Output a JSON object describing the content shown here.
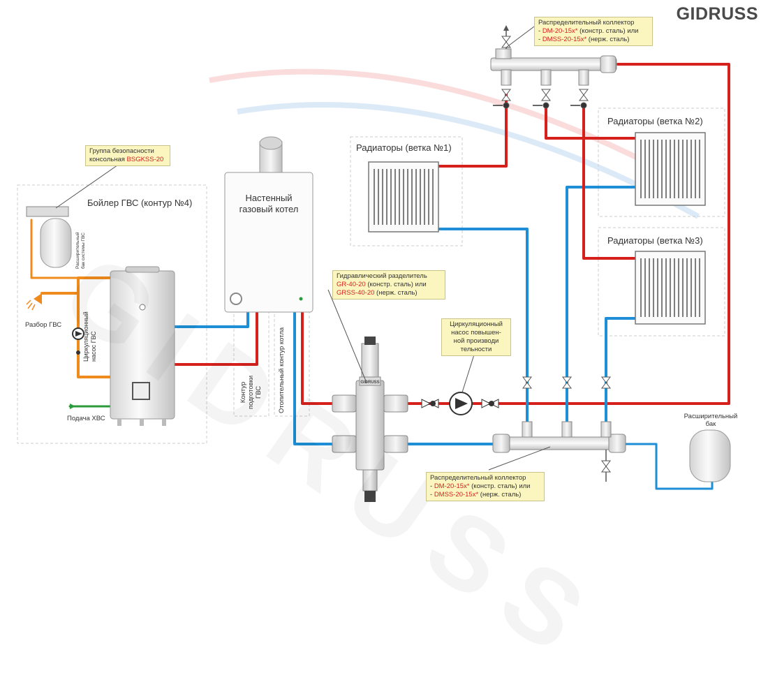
{
  "brand": {
    "logo": "GIDRUSS",
    "watermark": "GIDRUSS"
  },
  "collector_top": {
    "title": "Распределительный коллектор",
    "line1_code": "DM-20-15x*",
    "line1_rest": " (констр. сталь) или",
    "line2_code": "DMSS-20-15x*",
    "line2_rest": " (нерж. сталь)"
  },
  "collector_bottom": {
    "title": "Распределительный коллектор",
    "line1_code": "DM-20-15x*",
    "line1_rest": " (констр. сталь) или",
    "line2_code": "DMSS-20-15x*",
    "line2_rest": " (нерж. сталь)"
  },
  "safety_group": {
    "line1": "Группа безопасности",
    "line2_prefix": "консольная ",
    "line2_code": "BSGKSS-20"
  },
  "hydraulic_separator": {
    "line1": "Гидравлический разделитель",
    "line2_code": "GR-40-20",
    "line2_rest": " (констр. сталь) или",
    "line3_code": "GRSS-40-20",
    "line3_rest": " (нерж. сталь)"
  },
  "circulation_pump_high": {
    "line1": "Циркуляционный",
    "line2": "насос повышен-",
    "line3": "ной производи",
    "line4": "тельности"
  },
  "boiler": {
    "line1": "Настенный",
    "line2": "газовый котел"
  },
  "dhw_tank": {
    "title": "Бойлер ГВС (контур №4)"
  },
  "radiators": {
    "branch1": "Радиаторы (ветка №1)",
    "branch2": "Радиаторы (ветка №2)",
    "branch3": "Радиаторы (ветка №3)"
  },
  "expansion_tank_main": {
    "line1": "Расширительный",
    "line2": "бак"
  },
  "expansion_tank_dhw": {
    "line1": "Расширительный",
    "line2": "бак системы ГВС"
  },
  "dhw_outlet": "Разбор ГВС",
  "cold_water_feed": "Подача ХВС",
  "dhw_circulation_pump": {
    "line1": "Циркуляционный",
    "line2": "насос ГВС"
  },
  "contour_dhw_prep": {
    "line1": "Контур",
    "line2": "подготовки",
    "line3": "ГВС"
  },
  "contour_heating": "Отопительный контур котла",
  "colors": {
    "hot": "#d6201c",
    "cold": "#1e8fd6",
    "dhw": "#ef8a1c",
    "note_bg": "#fbf6bf",
    "accent": "#d6201c"
  }
}
